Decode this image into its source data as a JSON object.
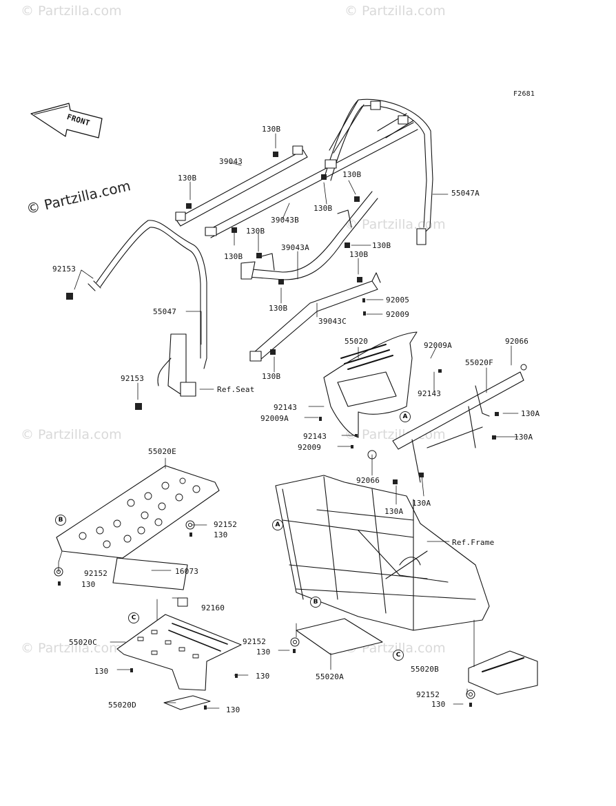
{
  "figure_code": "F2681",
  "watermark_main": "© Partzilla.com",
  "watermark_faint": "© Partzilla.com",
  "front_label": "FRONT",
  "parts": {
    "p_130B_a": "130B",
    "p_39043": "39043",
    "p_130B_b": "130B",
    "p_130B_c": "130B",
    "p_130B_d": "130B",
    "p_39043B": "39043B",
    "p_55047A": "55047A",
    "p_130B_e": "130B",
    "p_130B_f": "130B",
    "p_39043A": "39043A",
    "p_130B_g": "130B",
    "p_130B_h": "130B",
    "p_92153_a": "92153",
    "p_130B_i": "130B",
    "p_92005": "92005",
    "p_55047": "55047",
    "p_39043C": "39043C",
    "p_92009_a": "92009",
    "p_55020": "55020",
    "p_92009A_a": "92009A",
    "p_92066_a": "92066",
    "p_55020F": "55020F",
    "p_130B_j": "130B",
    "p_92153_b": "92153",
    "p_refseat": "Ref.Seat",
    "p_92143_a": "92143",
    "p_92143_b": "92143",
    "p_92009A_b": "92009A",
    "p_130A_a": "130A",
    "p_92143_c": "92143",
    "p_130A_b": "130A",
    "p_92009_b": "92009",
    "p_55020E": "55020E",
    "p_92066_b": "92066",
    "p_130A_c": "130A",
    "p_130A_d": "130A",
    "p_92152_a": "92152",
    "p_130_a": "130",
    "p_refframe": "Ref.Frame",
    "p_16073": "16073",
    "p_92152_b": "92152",
    "p_130_b": "130",
    "p_92160": "92160",
    "p_55020C": "55020C",
    "p_92152_c": "92152",
    "p_130_c": "130",
    "p_130_d": "130",
    "p_130_e": "130",
    "p_55020A": "55020A",
    "p_55020B": "55020B",
    "p_92152_d": "92152",
    "p_130_f": "130",
    "p_55020D": "55020D",
    "p_130_g": "130"
  },
  "callouts": {
    "A1": "A",
    "A2": "A",
    "B1": "B",
    "B2": "B",
    "C1": "C",
    "C2": "C"
  }
}
